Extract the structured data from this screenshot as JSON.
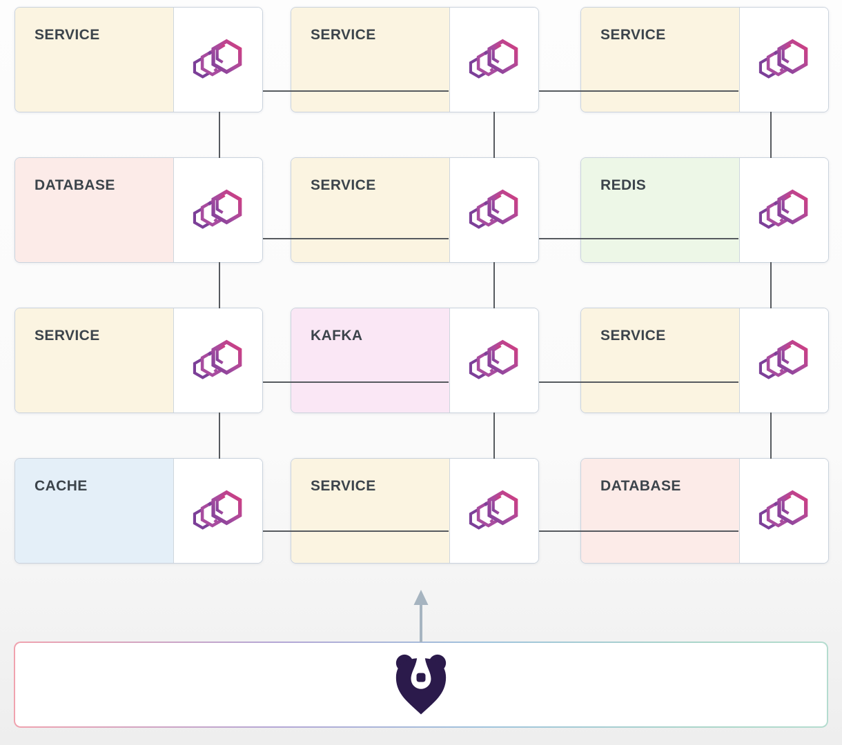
{
  "diagram": {
    "grid": {
      "rows": 4,
      "cols": 3
    },
    "nodes": [
      {
        "id": "n0",
        "row": 0,
        "col": 0,
        "label": "SERVICE",
        "type": "service"
      },
      {
        "id": "n1",
        "row": 0,
        "col": 1,
        "label": "SERVICE",
        "type": "service"
      },
      {
        "id": "n2",
        "row": 0,
        "col": 2,
        "label": "SERVICE",
        "type": "service"
      },
      {
        "id": "n3",
        "row": 1,
        "col": 0,
        "label": "DATABASE",
        "type": "database"
      },
      {
        "id": "n4",
        "row": 1,
        "col": 1,
        "label": "SERVICE",
        "type": "service"
      },
      {
        "id": "n5",
        "row": 1,
        "col": 2,
        "label": "REDIS",
        "type": "redis"
      },
      {
        "id": "n6",
        "row": 2,
        "col": 0,
        "label": "SERVICE",
        "type": "service"
      },
      {
        "id": "n7",
        "row": 2,
        "col": 1,
        "label": "KAFKA",
        "type": "kafka"
      },
      {
        "id": "n8",
        "row": 2,
        "col": 2,
        "label": "SERVICE",
        "type": "service"
      },
      {
        "id": "n9",
        "row": 3,
        "col": 0,
        "label": "CACHE",
        "type": "cache"
      },
      {
        "id": "n10",
        "row": 3,
        "col": 1,
        "label": "SERVICE",
        "type": "service"
      },
      {
        "id": "n11",
        "row": 3,
        "col": 2,
        "label": "DATABASE",
        "type": "database"
      }
    ],
    "type_colors": {
      "service": "#fbf4e1",
      "database": "#fcebe8",
      "redis": "#edf7e7",
      "kafka": "#fae7f5",
      "cache": "#e4eff8"
    },
    "edges": [
      {
        "from": "n0",
        "to": "n1"
      },
      {
        "from": "n1",
        "to": "n2"
      },
      {
        "from": "n3",
        "to": "n4"
      },
      {
        "from": "n4",
        "to": "n5"
      },
      {
        "from": "n6",
        "to": "n7"
      },
      {
        "from": "n7",
        "to": "n8"
      },
      {
        "from": "n9",
        "to": "n10"
      },
      {
        "from": "n10",
        "to": "n11"
      },
      {
        "from": "n0",
        "to": "n3"
      },
      {
        "from": "n3",
        "to": "n6"
      },
      {
        "from": "n6",
        "to": "n9"
      },
      {
        "from": "n1",
        "to": "n4"
      },
      {
        "from": "n4",
        "to": "n7"
      },
      {
        "from": "n7",
        "to": "n10"
      },
      {
        "from": "n2",
        "to": "n5"
      },
      {
        "from": "n5",
        "to": "n8"
      },
      {
        "from": "n8",
        "to": "n11"
      }
    ],
    "edge_color": "#55595e",
    "icon": {
      "name": "container-stack-icon",
      "purple": "#7c3f98",
      "mid": "#a84c9f",
      "pink": "#d23c7e"
    },
    "label_text_color": "#3c444b",
    "node_border_color": "#c9d2dc"
  },
  "footer": {
    "logo": "bear-logo",
    "logo_color": "#2b1a4b",
    "arrow_color": "#a6b4c0",
    "border_gradient": [
      "#f0a2ae",
      "#b4a6d5",
      "#9fc3dc",
      "#abd6c9",
      "#b4dccf"
    ]
  }
}
